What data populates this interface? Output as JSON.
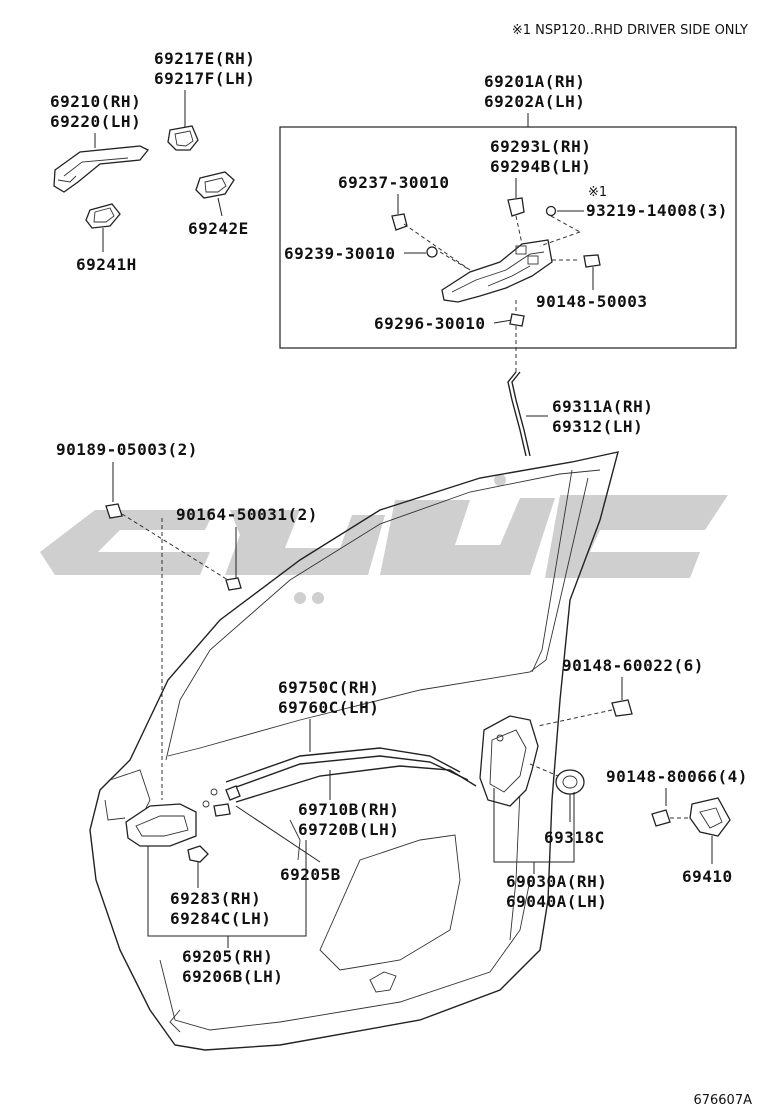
{
  "note": "※1 NSP120..RHD DRIVER SIDE ONLY",
  "ref_number": "676607A",
  "watermark": "chart-brand-mark",
  "labels": {
    "p69217": [
      "69217E(RH)",
      "69217F(LH)"
    ],
    "p69210": [
      "69210(RH)",
      "69220(LH)"
    ],
    "p69241": "69241H",
    "p69242": "69242E",
    "p69201": [
      "69201A(RH)",
      "69202A(LH)"
    ],
    "p69293": [
      "69293L(RH)",
      "69294B(LH)"
    ],
    "p69237": "69237-30010",
    "mark1": "※1",
    "p93219": "93219-14008(3)",
    "p69239": "69239-30010",
    "p90148a": "90148-50003",
    "p69296": "69296-30010",
    "p69311": [
      "69311A(RH)",
      "69312(LH)"
    ],
    "p90189": "90189-05003(2)",
    "p90164": "90164-50031(2)",
    "p90148b": "90148-60022(6)",
    "p69750": [
      "69750C(RH)",
      "69760C(LH)"
    ],
    "p90148c": "90148-80066(4)",
    "p69710": [
      "69710B(RH)",
      "69720B(LH)"
    ],
    "p69318": "69318C",
    "p69205b": "69205B",
    "p69410": "69410",
    "p69283": [
      "69283(RH)",
      "69284C(LH)"
    ],
    "p69030": [
      "69030A(RH)",
      "69040A(LH)"
    ],
    "p69205": [
      "69205(RH)",
      "69206B(LH)"
    ]
  }
}
